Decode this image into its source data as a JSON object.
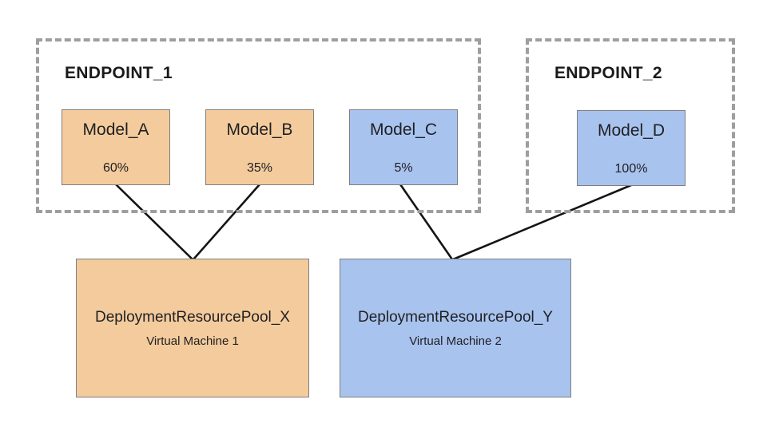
{
  "endpoint1": {
    "label": "ENDPOINT_1"
  },
  "endpoint2": {
    "label": "ENDPOINT_2"
  },
  "models": {
    "a": {
      "name": "Model_A",
      "traffic": "60%"
    },
    "b": {
      "name": "Model_B",
      "traffic": "35%"
    },
    "c": {
      "name": "Model_C",
      "traffic": "5%"
    },
    "d": {
      "name": "Model_D",
      "traffic": "100%"
    }
  },
  "pools": {
    "x": {
      "name": "DeploymentResourcePool_X",
      "machine": "Virtual Machine 1"
    },
    "y": {
      "name": "DeploymentResourcePool_Y",
      "machine": "Virtual Machine 2"
    }
  },
  "colors": {
    "orange": "#F4CB9C",
    "blue": "#A9C3EF",
    "box_border": "#7F7F7F",
    "dashed_gray": "#9E9E9E",
    "line_black": "#141414"
  }
}
